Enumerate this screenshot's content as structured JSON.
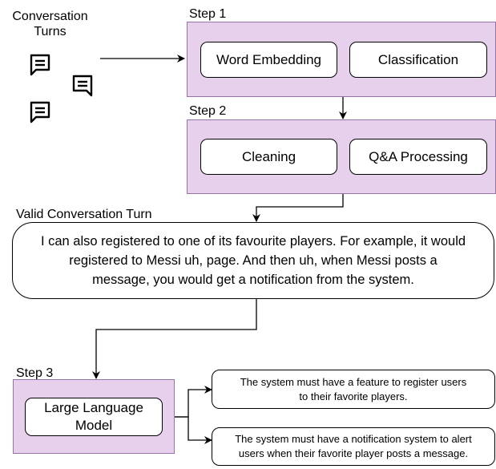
{
  "input": {
    "title": "Conversation\nTurns",
    "icons": [
      "chat-icon",
      "chat-icon",
      "chat-icon"
    ]
  },
  "step1": {
    "label": "Step 1",
    "nodes": [
      "Word Embedding",
      "Classification"
    ]
  },
  "step2": {
    "label": "Step 2",
    "nodes": [
      "Cleaning",
      "Q&A Processing"
    ]
  },
  "valid_turn": {
    "label": "Valid Conversation Turn",
    "text": "I can also registered to one of its favourite players. For example, it would\nregistered to Messi uh, page. And then uh, when Messi posts a\nmessage, you would get a notification from the system."
  },
  "step3": {
    "label": "Step 3",
    "node": "Large Language\nModel"
  },
  "outputs": [
    "The system must have a feature to register users\nto their favorite players.",
    "The system must have a notification system to alert\nusers when their favorite player posts a message."
  ],
  "colors": {
    "step_fill": "#e6d0eb",
    "step_stroke": "#9672a6"
  }
}
